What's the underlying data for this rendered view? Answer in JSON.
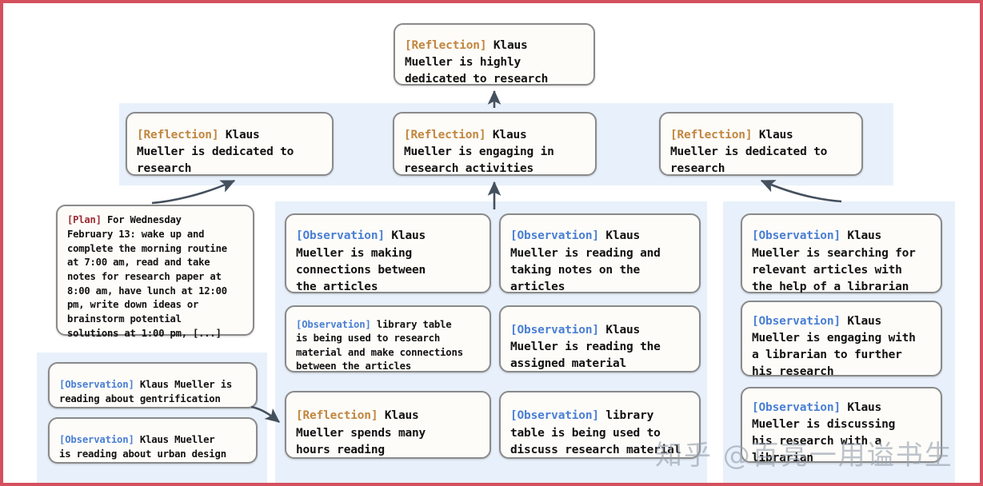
{
  "figure": {
    "border_color": "#d4505f",
    "band_color": "#e8f1fb",
    "node_fill": "#fdfcf9",
    "node_border": "#8a8a8a",
    "tag_colors": {
      "reflection": "#c2863f",
      "observation": "#4a7fd4",
      "plan": "#9e2b32"
    }
  },
  "watermark": {
    "text": "知乎 @百亮一用谥书生"
  },
  "top": {
    "node": {
      "tag": "[Reflection]",
      "tag_kind": "reflection",
      "text": " Klaus\nMueller is highly\ndedicated to research"
    }
  },
  "middle_row": {
    "nodes": [
      {
        "tag": "[Reflection]",
        "tag_kind": "reflection",
        "text": " Klaus\nMueller is dedicated to\nresearch"
      },
      {
        "tag": "[Reflection]",
        "tag_kind": "reflection",
        "text": " Klaus\nMueller is engaging in\nresearch activities"
      },
      {
        "tag": "[Reflection]",
        "tag_kind": "reflection",
        "text": " Klaus\nMueller is dedicated to\nresearch"
      }
    ]
  },
  "plan": {
    "tag": "[Plan]",
    "tag_kind": "plan",
    "text": " For Wednesday\nFebruary 13: wake up and\ncomplete the morning routine\nat 7:00 am, read and take\nnotes for research paper at\n8:00 am, have lunch at 12:00\npm, write down ideas or\nbrainstorm potential\nsolutions at 1:00 pm, [...]"
  },
  "left_column": {
    "nodes": [
      {
        "tag": "[Observation]",
        "tag_kind": "observation",
        "text": " Klaus Mueller is\nreading about gentrification"
      },
      {
        "tag": "[Observation]",
        "tag_kind": "observation",
        "text": " Klaus Mueller\nis reading about urban design"
      }
    ]
  },
  "center_column": {
    "nodes": [
      {
        "tag": "[Observation]",
        "tag_kind": "observation",
        "text": " Klaus\nMueller is making\nconnections between\nthe articles"
      },
      {
        "tag": "[Observation]",
        "tag_kind": "observation",
        "text": " library table\nis being used to research\nmaterial and make connections\nbetween the articles"
      },
      {
        "tag": "[Reflection]",
        "tag_kind": "reflection",
        "text": " Klaus\nMueller spends many\nhours reading"
      }
    ]
  },
  "right_center_column": {
    "nodes": [
      {
        "tag": "[Observation]",
        "tag_kind": "observation",
        "text": " Klaus\nMueller is reading and\ntaking notes on the\narticles"
      },
      {
        "tag": "[Observation]",
        "tag_kind": "observation",
        "text": " Klaus\nMueller is reading the\nassigned material"
      },
      {
        "tag": "[Observation]",
        "tag_kind": "observation",
        "text": " library\ntable is being used to\ndiscuss research material"
      }
    ]
  },
  "right_column": {
    "nodes": [
      {
        "tag": "[Observation]",
        "tag_kind": "observation",
        "text": " Klaus\nMueller is searching for\nrelevant articles with\nthe help of a librarian"
      },
      {
        "tag": "[Observation]",
        "tag_kind": "observation",
        "text": " Klaus\nMueller is engaging with\na librarian to further\nhis research"
      },
      {
        "tag": "[Observation]",
        "tag_kind": "observation",
        "text": " Klaus\nMueller is discussing\nhis research with a\nlibrarian"
      }
    ]
  }
}
